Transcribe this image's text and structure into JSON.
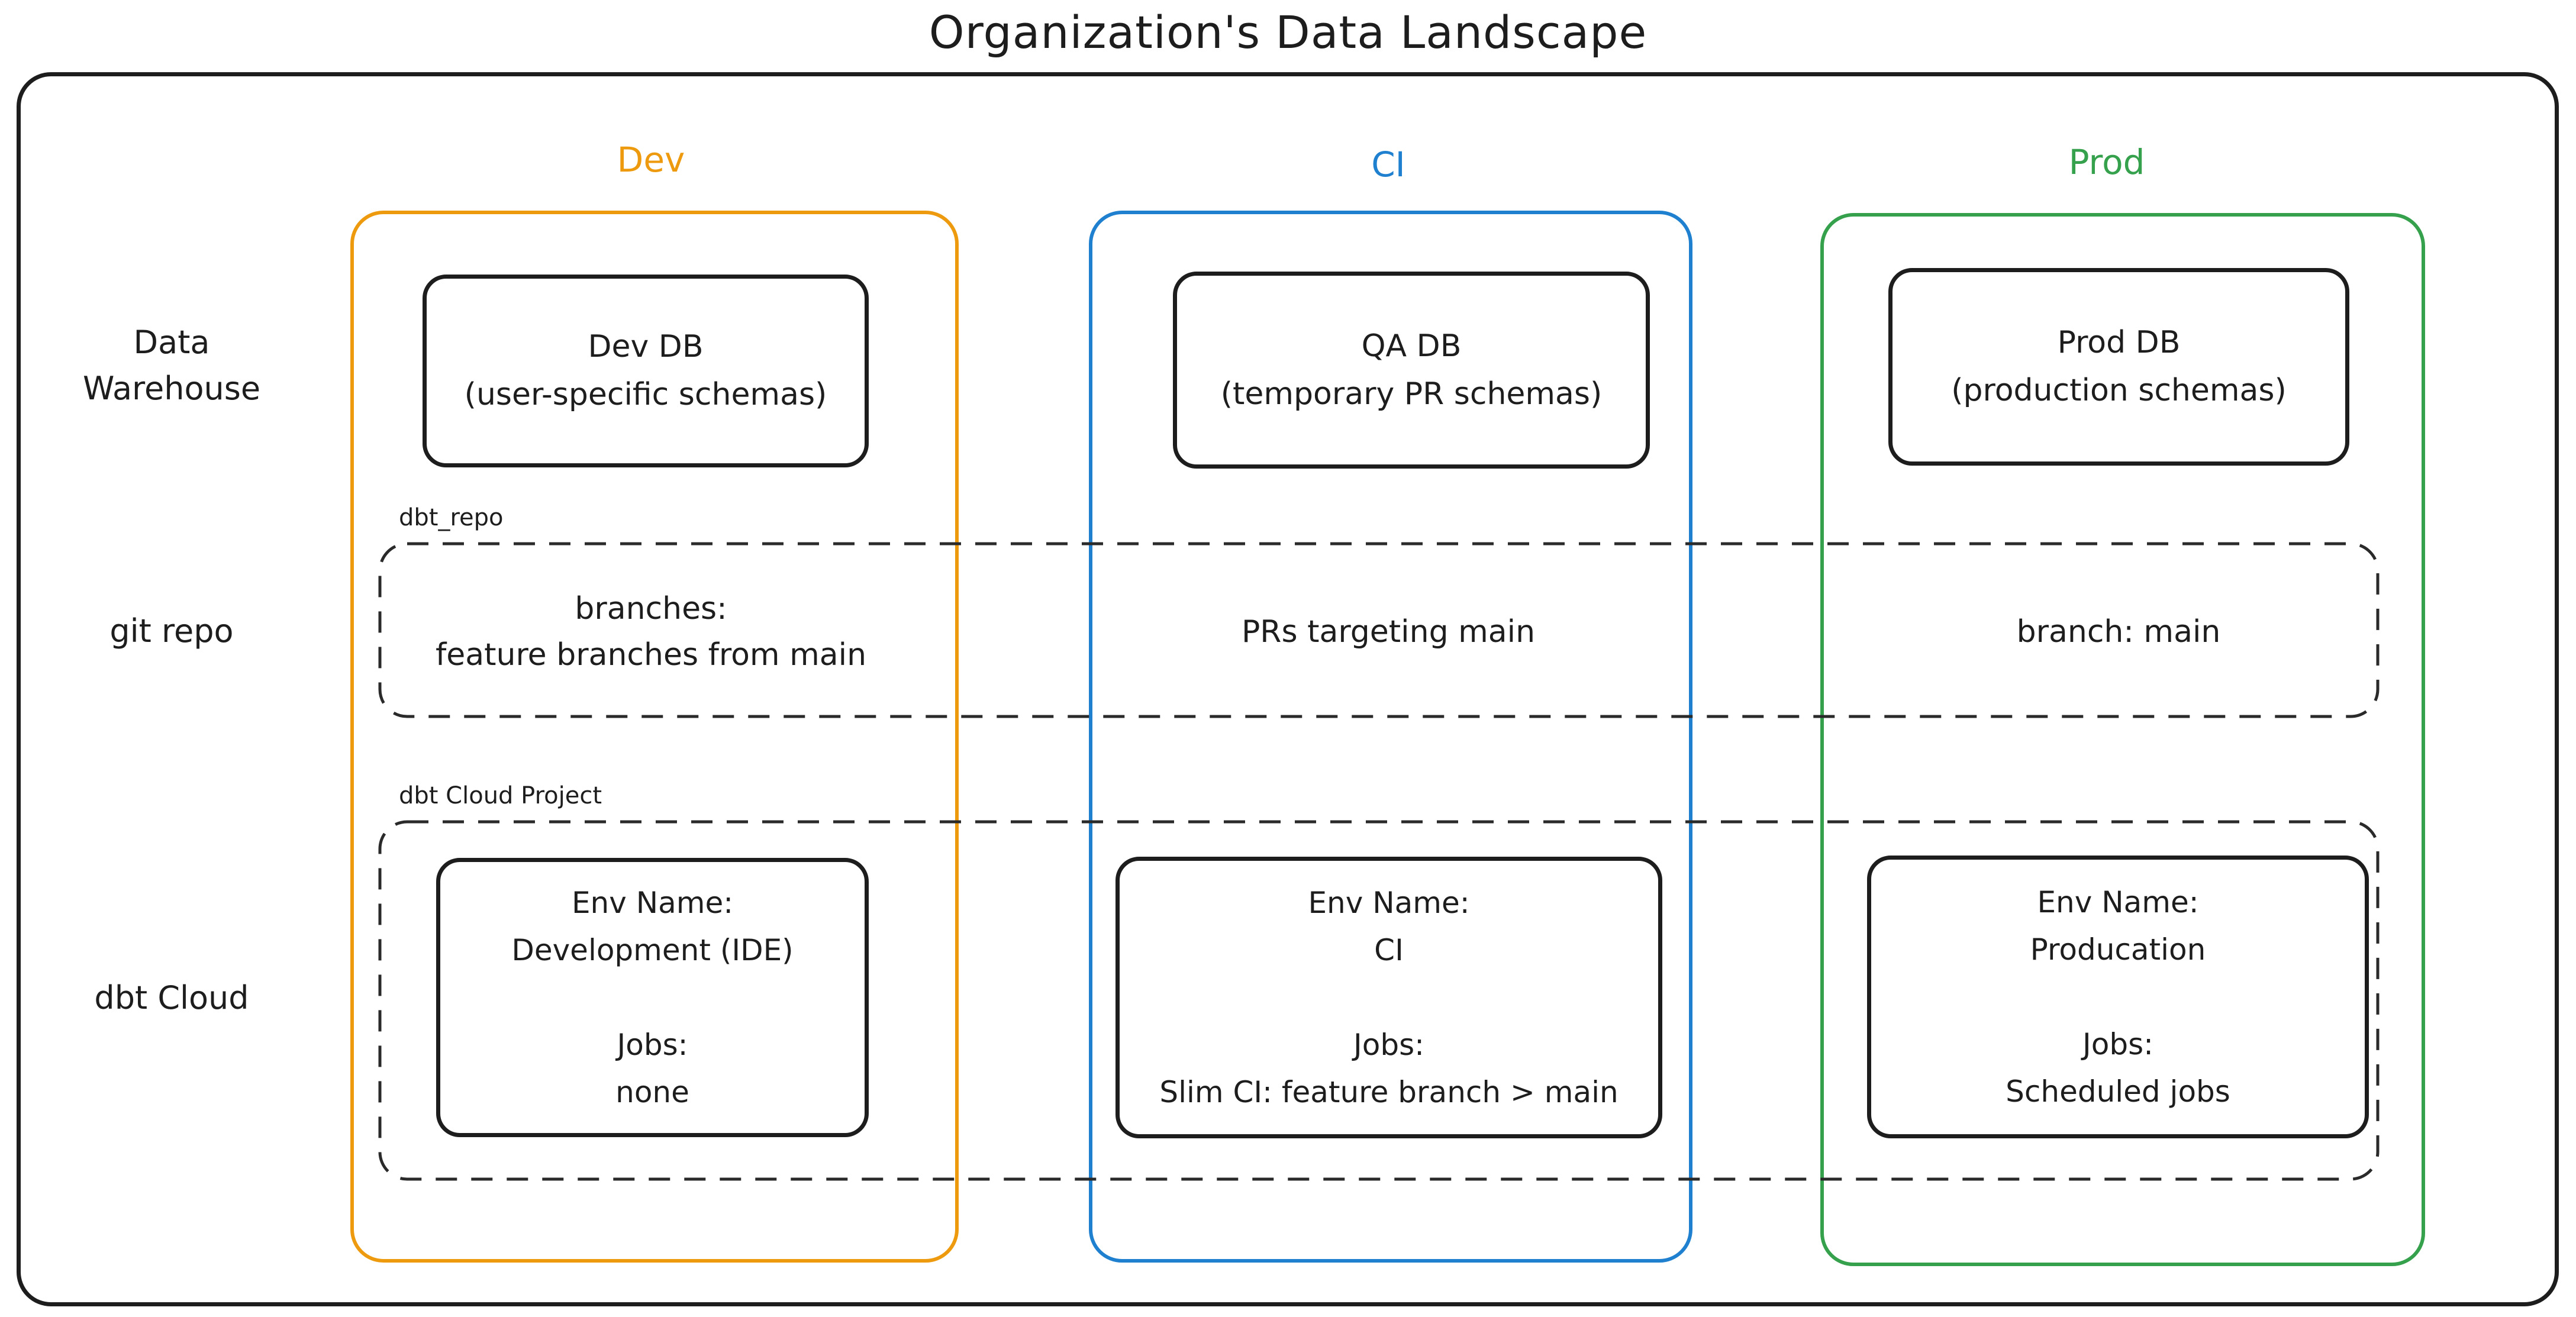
{
  "title": "Organization's Data Landscape",
  "row_labels": {
    "warehouse": "Data Warehouse",
    "git": "git repo",
    "dbt": "dbt Cloud"
  },
  "sections": {
    "git_repo": {
      "tag": "dbt_repo"
    },
    "dbt_cloud": {
      "tag": "dbt Cloud Project"
    }
  },
  "colors": {
    "ink": "#1d1d1d",
    "dash": "#2a2a2a"
  },
  "columns": {
    "dev": {
      "header": "Dev",
      "color": "#ee9a0e",
      "db": {
        "name": "Dev DB",
        "detail": "(user-specific schemas)"
      },
      "git": {
        "line1": "branches:",
        "line2": "feature branches from main"
      },
      "dbt": {
        "env_label": "Env Name:",
        "env_value": "Development (IDE)",
        "jobs_label": "Jobs:",
        "jobs_value": "none"
      }
    },
    "ci": {
      "header": "CI",
      "color": "#2080d0",
      "db": {
        "name": "QA DB",
        "detail": "(temporary PR schemas)"
      },
      "git": {
        "line1": "PRs targeting main"
      },
      "dbt": {
        "env_label": "Env Name:",
        "env_value": "CI",
        "jobs_label": "Jobs:",
        "jobs_value": "Slim CI: feature branch > main"
      }
    },
    "prod": {
      "header": "Prod",
      "color": "#35a14c",
      "db": {
        "name": "Prod DB",
        "detail": "(production schemas)"
      },
      "git": {
        "line1": "branch: main"
      },
      "dbt": {
        "env_label": "Env Name:",
        "env_value": "Producation",
        "jobs_label": "Jobs:",
        "jobs_value": "Scheduled jobs"
      }
    }
  }
}
